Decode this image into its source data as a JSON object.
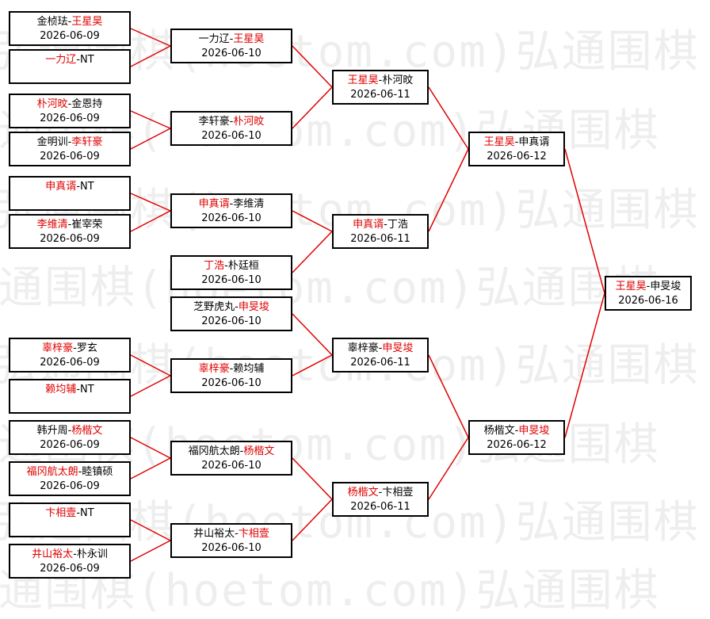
{
  "watermark": "弘通围棋(hoetom.com)弘通围棋",
  "colors": {
    "winner": "#e00000",
    "connector": "#e00000",
    "border": "#000000"
  },
  "rounds": {
    "r1": [
      {
        "p1": "金桢珐",
        "p2": "王星昊",
        "winner": 2,
        "date": "2026-06-09"
      },
      {
        "p1": "一力辽",
        "p2": "NT",
        "winner": 1,
        "date": ""
      },
      {
        "p1": "朴河旼",
        "p2": "金恩持",
        "winner": 1,
        "date": "2026-06-09"
      },
      {
        "p1": "金明训",
        "p2": "李轩豪",
        "winner": 2,
        "date": "2026-06-09"
      },
      {
        "p1": "申真谞",
        "p2": "NT",
        "winner": 1,
        "date": ""
      },
      {
        "p1": "李维清",
        "p2": "崔宰荣",
        "winner": 1,
        "date": "2026-06-09"
      },
      {
        "p1": "辜梓豪",
        "p2": "罗玄",
        "winner": 1,
        "date": "2026-06-09"
      },
      {
        "p1": "赖均辅",
        "p2": "NT",
        "winner": 1,
        "date": ""
      },
      {
        "p1": "韩升周",
        "p2": "杨楷文",
        "winner": 2,
        "date": "2026-06-09"
      },
      {
        "p1": "福冈航太朗",
        "p2": "睦镇硕",
        "winner": 1,
        "date": "2026-06-09"
      },
      {
        "p1": "卞相壹",
        "p2": "NT",
        "winner": 1,
        "date": ""
      },
      {
        "p1": "井山裕太",
        "p2": "朴永训",
        "winner": 1,
        "date": "2026-06-09"
      }
    ],
    "r2": [
      {
        "p1": "一力辽",
        "p2": "王星昊",
        "winner": 2,
        "date": "2026-06-10"
      },
      {
        "p1": "李轩豪",
        "p2": "朴河旼",
        "winner": 2,
        "date": "2026-06-10"
      },
      {
        "p1": "申真谞",
        "p2": "李维清",
        "winner": 1,
        "date": "2026-06-10"
      },
      {
        "p1": "丁浩",
        "p2": "朴廷桓",
        "winner": 1,
        "date": "2026-06-10"
      },
      {
        "p1": "芝野虎丸",
        "p2": "申旻埈",
        "winner": 2,
        "date": "2026-06-10"
      },
      {
        "p1": "辜梓豪",
        "p2": "赖均辅",
        "winner": 1,
        "date": "2026-06-10"
      },
      {
        "p1": "福冈航太朗",
        "p2": "杨楷文",
        "winner": 2,
        "date": "2026-06-10"
      },
      {
        "p1": "井山裕太",
        "p2": "卞相壹",
        "winner": 2,
        "date": "2026-06-10"
      }
    ],
    "r3": [
      {
        "p1": "王星昊",
        "p2": "朴河旼",
        "winner": 1,
        "date": "2026-06-11"
      },
      {
        "p1": "申真谞",
        "p2": "丁浩",
        "winner": 1,
        "date": "2026-06-11"
      },
      {
        "p1": "辜梓豪",
        "p2": "申旻埈",
        "winner": 2,
        "date": "2026-06-11"
      },
      {
        "p1": "杨楷文",
        "p2": "卞相壹",
        "winner": 1,
        "date": "2026-06-11"
      }
    ],
    "r4": [
      {
        "p1": "王星昊",
        "p2": "申真谞",
        "winner": 1,
        "date": "2026-06-12"
      },
      {
        "p1": "杨楷文",
        "p2": "申旻埈",
        "winner": 2,
        "date": "2026-06-12"
      }
    ],
    "r5": [
      {
        "p1": "王星昊",
        "p2": "申旻埈",
        "winner": 1,
        "date": "2026-06-16"
      }
    ]
  }
}
